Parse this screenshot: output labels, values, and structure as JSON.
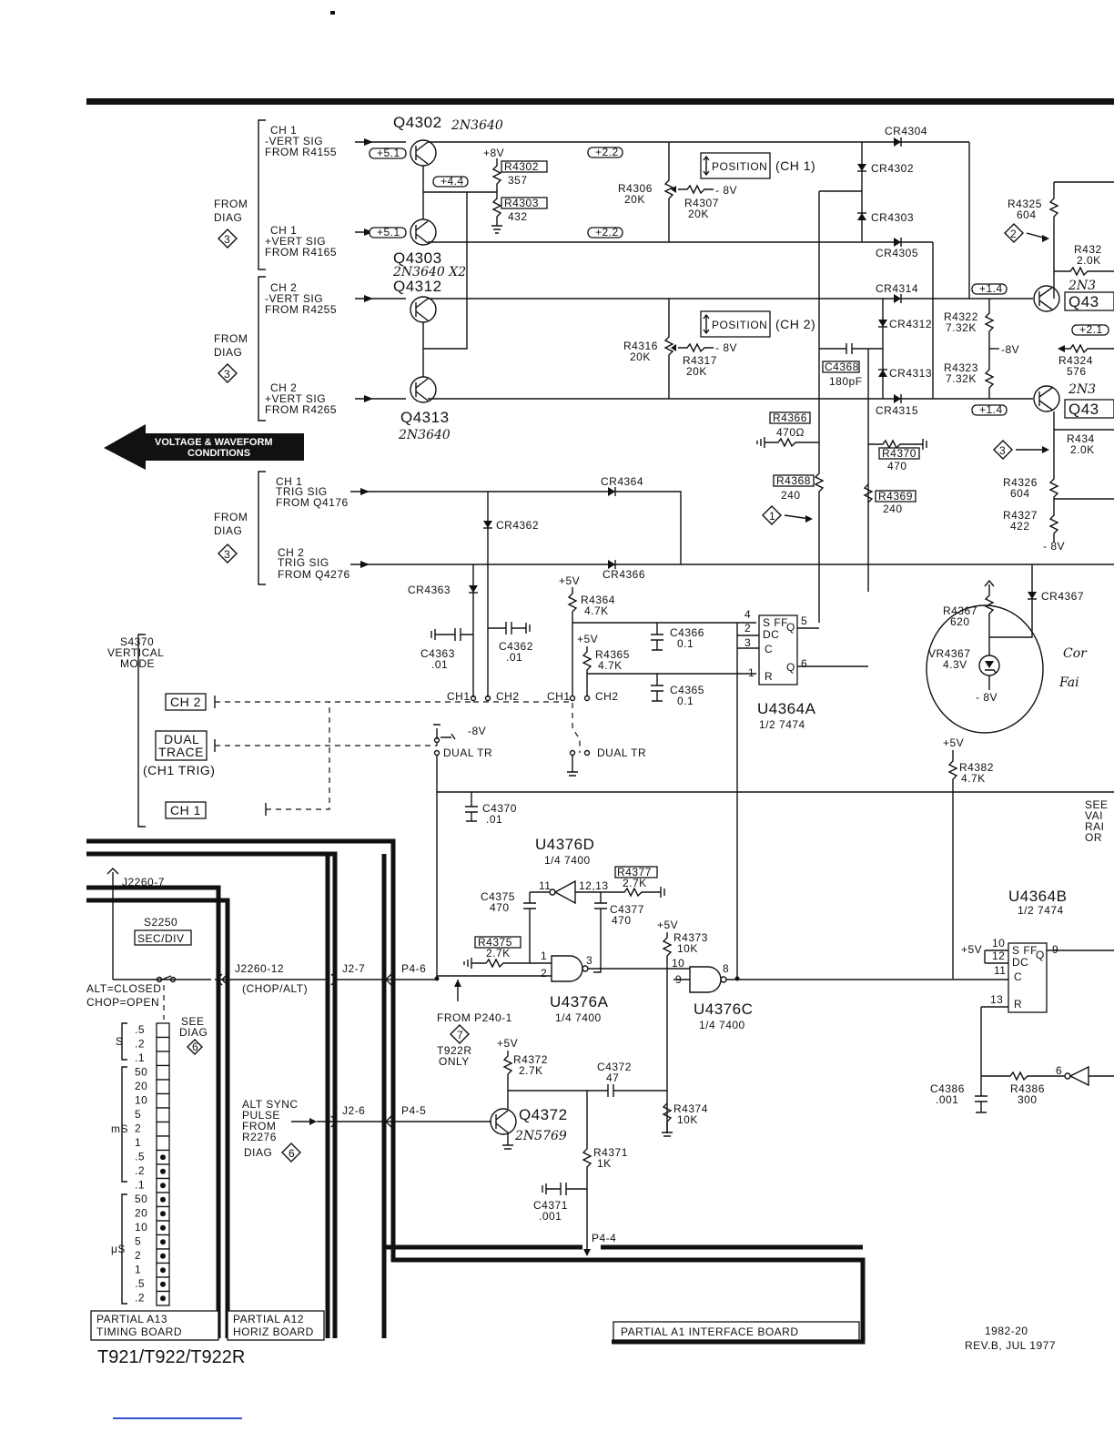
{
  "labels": {
    "q4302": "Q4302",
    "q4302_hand": "2N3640",
    "q4303": "Q4303",
    "q4303_hand": "2N3640 X2",
    "q4312": "Q4312",
    "q4313": "Q4313",
    "q4313_hand": "2N3640",
    "ch1_neg_1": "CH 1",
    "ch1_neg_2": "-VERT SIG",
    "ch1_neg_3": "FROM R4155",
    "ch1_pos_1": "CH 1",
    "ch1_pos_2": "+VERT SIG",
    "ch1_pos_3": "FROM R4165",
    "ch2_neg_1": "CH 2",
    "ch2_neg_2": "-VERT SIG",
    "ch2_neg_3": "FROM R4255",
    "ch2_pos_1": "CH 2",
    "ch2_pos_2": "+VERT SIG",
    "ch2_pos_3": "FROM R4265",
    "from_diag_1a": "FROM",
    "from_diag_1b": "DIAG",
    "diag3_a": "3",
    "from_diag_2a": "FROM",
    "from_diag_2b": "DIAG",
    "diag3_b": "3",
    "from_diag_3a": "FROM",
    "from_diag_3b": "DIAG",
    "diag3_c": "3",
    "v_51a": "+5.1",
    "v_51b": "+5.1",
    "v_44": "+4.4",
    "v_22a": "+2.2",
    "v_22b": "+2.2",
    "v_14a": "+1.4",
    "v_14b": "+1.4",
    "v_21": "+2.1",
    "plus8v": "+8V",
    "r4302": "R4302",
    "r4302v": "357",
    "r4303": "R4303",
    "r4303v": "432",
    "r4306": "R4306",
    "r4306v": "20K",
    "r4307": "R4307",
    "r4307v": "20K",
    "minus8v_a": "- 8V",
    "position1": "POSITION",
    "ch1_paren": "(CH 1)",
    "position2": "POSITION",
    "ch2_paren": "(CH 2)",
    "r4316": "R4316",
    "r4316v": "20K",
    "r4317": "R4317",
    "r4317v": "20K",
    "minus8v_b": "- 8V",
    "cr4304": "CR4304",
    "cr4302": "CR4302",
    "cr4303": "CR4303",
    "cr4305": "CR4305",
    "cr4314": "CR4314",
    "cr4312": "CR4312",
    "cr4313": "CR4313",
    "cr4315": "CR4315",
    "c4368": "C4368",
    "c4368v": "180pF",
    "r4325": "R4325",
    "r4325v": "604",
    "diag2": "2",
    "r432x": "R432",
    "r432xv": "2.0K",
    "q43a": "Q43",
    "q43a_hand": "2N3",
    "r4322": "R4322",
    "r4322v": "7.32K",
    "minus8v_c": "-8V",
    "r4323": "R4323",
    "r4323v": "7.32K",
    "r4324": "R4324",
    "r4324v": "576",
    "q43b_hand": "2N3",
    "q43b": "Q43",
    "r434": "R434",
    "r434v": "2.0K",
    "r4366": "R4366",
    "r4366v": "470Ω",
    "r4370": "R4370",
    "r4370v": "470",
    "r4368": "R4368",
    "r4368v": "240",
    "r4369": "R4369",
    "r4369v": "240",
    "diag1": "1",
    "diag3_d": "3",
    "r4326": "R4326",
    "r4326v": "604",
    "r4327": "R4327",
    "r4327v": "422",
    "minus8v_d": "- 8V",
    "banner_1": "VOLTAGE & WAVEFORM",
    "banner_2": "CONDITIONS",
    "ch1_trig_1": "CH 1",
    "ch1_trig_2": "TRIG SIG",
    "ch1_trig_3": "FROM Q4176",
    "ch2_trig_1": "CH 2",
    "ch2_trig_2": "TRIG SIG",
    "ch2_trig_3": "FROM Q4276",
    "cr4364": "CR4364",
    "cr4362": "CR4362",
    "cr4366": "CR4366",
    "cr4363": "CR4363",
    "plus5v_a": "+5V",
    "r4364": "R4364",
    "r4364v": "4.7K",
    "plus5v_b": "+5V",
    "r4365": "R4365",
    "r4365v": "4.7K",
    "c4366": "C4366",
    "c4366v": "0.1",
    "c4365": "C4365",
    "c4365v": "0.1",
    "c4363": "C4363",
    "c4363v": ".01",
    "c4362": "C4362",
    "c4362v": ".01",
    "sw_ch1a": "CH1",
    "sw_ch2a": "CH2",
    "sw_ch1b": "CH1",
    "sw_ch2b": "CH2",
    "minus8v_e": "-8V",
    "dual_tr_a": "DUAL TR",
    "dual_tr_b": "DUAL TR",
    "u4364a": "U4364A",
    "u4364a_sub": "1/2 7474",
    "ff_s": "S FF",
    "ff_dc": "DC",
    "ff_c": "C",
    "ff_r": "R",
    "ff_q": "Q",
    "ff_qb": "Q",
    "pin4": "4",
    "pin2": "2",
    "pin3": "3",
    "pin1": "1",
    "pin5": "5",
    "pin6": "6",
    "r4367": "R4367",
    "r4367v": "620",
    "cr4367": "CR4367",
    "vr4367": "VR4367",
    "vr4367v": "4.3V",
    "minus8v_f": "- 8V",
    "hand_note_1": "Cor",
    "hand_note_2": "Fai",
    "s4370_1": "S4370",
    "s4370_2": "VERTICAL",
    "s4370_3": "MODE",
    "btn_ch2": "CH 2",
    "btn_dual_1": "DUAL",
    "btn_dual_2": "TRACE",
    "ch1_trig_note": "(CH1 TRIG)",
    "btn_ch1": "CH 1",
    "plus5v_c": "+5V",
    "r4382": "R4382",
    "r4382v": "4.7K",
    "c4370": "C4370",
    "c4370v": ".01",
    "see_var_1": "SEE",
    "see_var_2": "VAI",
    "see_var_3": "RAI",
    "see_var_4": "OR",
    "u4376d": "U4376D",
    "u4376d_sub": "1/4 7400",
    "r4377": "R4377",
    "r4377v": "2.7K",
    "c4375": "C4375",
    "c4375v": "470",
    "c4377": "C4377",
    "c4377v": "470",
    "pin11": "11",
    "pin1213": "12,13",
    "r4375": "R4375",
    "r4375v": "2.7K",
    "plus5v_d": "+5V",
    "r4373": "R4373",
    "r4373v": "10K",
    "u4376a": "U4376A",
    "u4376a_sub": "1/4 7400",
    "u4376c": "U4376C",
    "u4376c_sub": "1/4 7400",
    "pin_a1": "1",
    "pin_a2": "2",
    "pin_a3": "3",
    "pin_c10": "10",
    "pin_c9": "9",
    "pin_c8": "8",
    "u4364b": "U4364B",
    "u4364b_sub": "1/2 7474",
    "plus5v_e": "+5V",
    "pin_b10": "10",
    "pin_b12": "12",
    "pin_b11": "11",
    "pin_b13": "13",
    "pin_b9": "9",
    "c4386": "C4386",
    "c4386v": ".001",
    "r4386": "R4386",
    "r4386v": "300",
    "pin_inv6": "6",
    "j2260_7": "J2260-7",
    "s2250": "S2250",
    "sec_div": "SEC/DIV",
    "j2260_12": "J2260-12",
    "chop_alt": "(CHOP/ALT)",
    "j2_7": "J2-7",
    "p4_6": "P4-6",
    "j2_6": "J2-6",
    "p4_5": "P4-5",
    "p4_4": "P4-4",
    "alt_closed": "ALT=CLOSED",
    "chop_open": "CHOP=OPEN",
    "see_diag_1": "SEE",
    "see_diag_2": "DIAG",
    "diag6_a": "6",
    "from_p240_1": "FROM P240-1",
    "diag7": "7",
    "t922r_1": "T922R",
    "t922r_2": "ONLY",
    "alt_sync_1": "ALT SYNC",
    "alt_sync_2": "PULSE",
    "alt_sync_3": "FROM",
    "alt_sync_4": "R2276",
    "alt_sync_5": "DIAG",
    "diag6_b": "6",
    "plus5v_f": "+5V",
    "r4372": "R4372",
    "r4372v": "2.7K",
    "c4372": "C4372",
    "c4372v": "47",
    "r4374": "R4374",
    "r4374v": "10K",
    "q4372": "Q4372",
    "q4372_hand": "2N5769",
    "r4371": "R4371",
    "r4371v": "1K",
    "c4371": "C4371",
    "c4371v": ".001",
    "sdiv_s_label": "S",
    "sdiv_ms_label": "mS",
    "sdiv_us_label": "μS",
    "partial_a13_1": "PARTIAL A13",
    "partial_a13_2": "TIMING BOARD",
    "partial_a12_1": "PARTIAL A12",
    "partial_a12_2": "HORIZ BOARD",
    "partial_a1": "PARTIAL A1 INTERFACE BOARD",
    "doc_num": "1982-20",
    "rev": "REV.B, JUL 1977",
    "model": "T921/T922/T922R"
  },
  "sec_div_values": [
    ".5",
    ".2",
    ".1",
    "50",
    "20",
    "10",
    "5",
    "2",
    "1",
    ".5",
    ".2",
    ".1",
    "50",
    "20",
    "10",
    "5",
    "2",
    "1",
    ".5",
    ".2"
  ],
  "sec_div_dots": [
    false,
    false,
    false,
    false,
    false,
    false,
    false,
    false,
    false,
    true,
    true,
    true,
    true,
    true,
    true,
    true,
    true,
    true,
    true,
    true
  ]
}
